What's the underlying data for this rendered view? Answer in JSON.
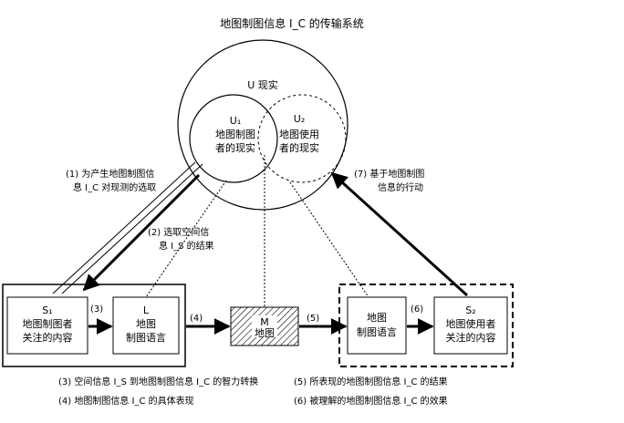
{
  "title": "地图制图信息 I_C 的传输系统",
  "u_label": "U  现实",
  "u1": {
    "line1": "U₁",
    "line2": "地图制图",
    "line3": "者的现实"
  },
  "u2": {
    "line1": "U₂",
    "line2": "地图使用",
    "line3": "者的现实"
  },
  "step1": {
    "line1": "(1) 为产生地图制图信",
    "line2": "息 I_C 对现测的选取"
  },
  "step2": {
    "line1": "(2) 选取空间信",
    "line2": "息 I_S 的结果"
  },
  "step7": {
    "line1": "(7) 基于地图制图",
    "line2": "信息的行动"
  },
  "box_s1": {
    "line1": "S₁",
    "line2": "地图制图者",
    "line3": "关注的内容"
  },
  "box_l": {
    "line1": "L",
    "line2": "地图",
    "line3": "制图语言"
  },
  "box_m": {
    "line1": "M",
    "line2": "地图"
  },
  "box_lang2": {
    "line1": "地图",
    "line2": "制图语言"
  },
  "box_s2": {
    "line1": "S₂",
    "line2": "地图使用者",
    "line3": "关注的内容"
  },
  "arrow_labels": {
    "a3": "(3)",
    "a4": "(4)",
    "a5": "(5)",
    "a6": "(6)"
  },
  "legend": {
    "l3": "(3) 空间信息 I_S 到地图制图信息 I_C 的智力转换",
    "l4": "(4) 地图制图信息 I_C 的具体表现",
    "l5": "(5) 所表现的地图制图信息 I_C 的结果",
    "l6": "(6) 被理解的地图制图信息 I_C 的效果"
  }
}
